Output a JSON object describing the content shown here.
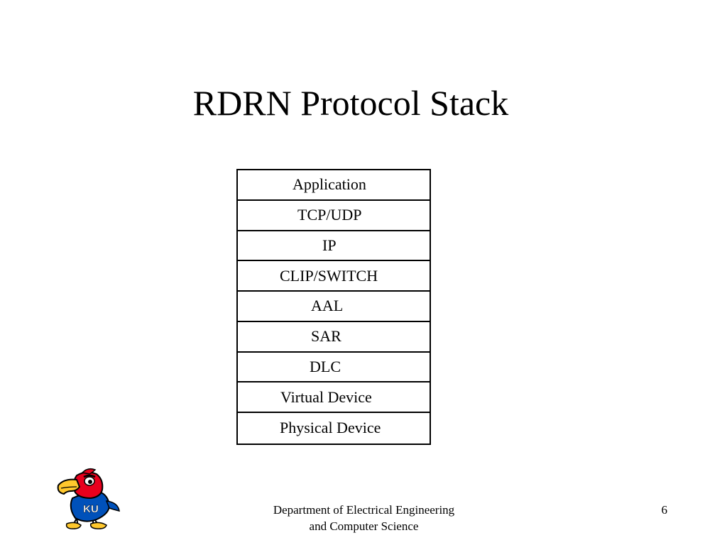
{
  "slide": {
    "title": "RDRN Protocol Stack",
    "page_number": "6"
  },
  "stack": {
    "layers": [
      {
        "label": "Application"
      },
      {
        "label": "TCP/UDP"
      },
      {
        "label": "IP"
      },
      {
        "label": "CLIP/SWITCH"
      },
      {
        "label": "AAL"
      },
      {
        "label": "SAR"
      },
      {
        "label": "DLC"
      },
      {
        "label": "Virtual Device"
      },
      {
        "label": "Physical Device"
      }
    ]
  },
  "footer": {
    "line1": "Department of Electrical Engineering",
    "line2": "and Computer Science"
  },
  "logo": {
    "icon": "jayhawk-logo-icon",
    "text": "KU",
    "colors": {
      "red": "#e8001d",
      "blue": "#0051ba",
      "yellow": "#ffc82d",
      "black": "#000000"
    }
  }
}
